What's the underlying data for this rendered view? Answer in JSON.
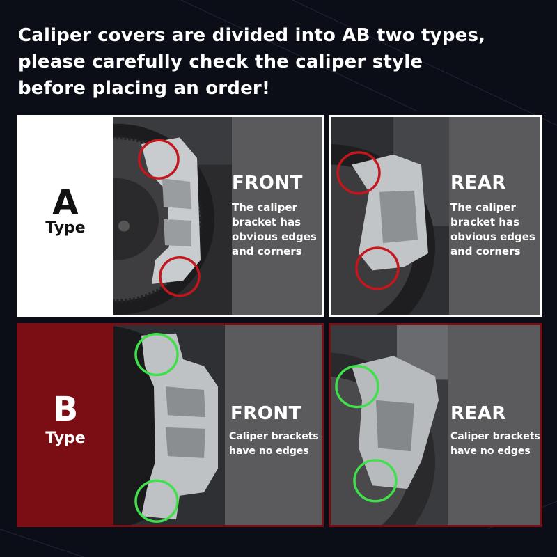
{
  "headline": {
    "lines": [
      "Caliper covers are divided into AB two types,",
      "please carefully check the caliper style",
      "before placing an order!"
    ]
  },
  "type_a": {
    "letter": "A",
    "word": "Type",
    "front": {
      "title": "FRONT",
      "desc_lines": [
        "The caliper",
        "bracket has",
        "obvious edges",
        "and corners"
      ]
    },
    "rear": {
      "title": "REAR",
      "desc_lines": [
        "The caliper",
        "bracket has",
        "obvious edges",
        "and corners"
      ]
    },
    "marker_color": "#c4161c"
  },
  "type_b": {
    "letter": "B",
    "word": "Type",
    "front": {
      "title": "FRONT",
      "desc_lines": [
        "Caliper brackets",
        "have no edges"
      ]
    },
    "rear": {
      "title": "REAR",
      "desc_lines": [
        "Caliper brackets",
        "have no edges"
      ]
    },
    "marker_color": "#3fe04a"
  },
  "colors": {
    "background": "#0b0e17",
    "type_a_label_bg": "#ffffff",
    "type_b_label_bg": "#7b0e15",
    "panel_bg": "#5a5a5c"
  }
}
